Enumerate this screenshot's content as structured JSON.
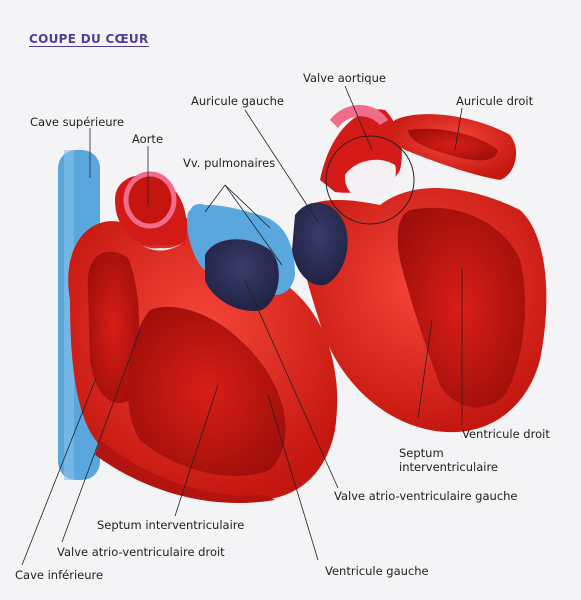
{
  "title": "COUPE DU CŒUR",
  "labels": {
    "valve_aortique": "Valve aortique",
    "auricule_gauche": "Auricule gauche",
    "auricule_droit": "Auricule droit",
    "cave_superieure": "Cave supérieure",
    "aorte": "Aorte",
    "vv_pulmonaires": "Vv. pulmonaires",
    "septum_right_1": "Septum",
    "septum_right_2": "interventriculaire",
    "ventricule_droit": "Ventricule droit",
    "valve_av_gauche": "Valve atrio-ventriculaire gauche",
    "septum_left": "Septum interventriculaire",
    "valve_av_droit": "Valve atrio-ventriculaire droit",
    "ventricule_gauche": "Ventricule gauche",
    "cave_inferieure": "Cave inférieure"
  },
  "colors": {
    "myocardium": "#e8231c",
    "myocardium_dark": "#b3140f",
    "cavity": "#c41510",
    "venous": "#5aa7dd",
    "venous_dark": "#3a3f6e",
    "leader": "#222222"
  }
}
